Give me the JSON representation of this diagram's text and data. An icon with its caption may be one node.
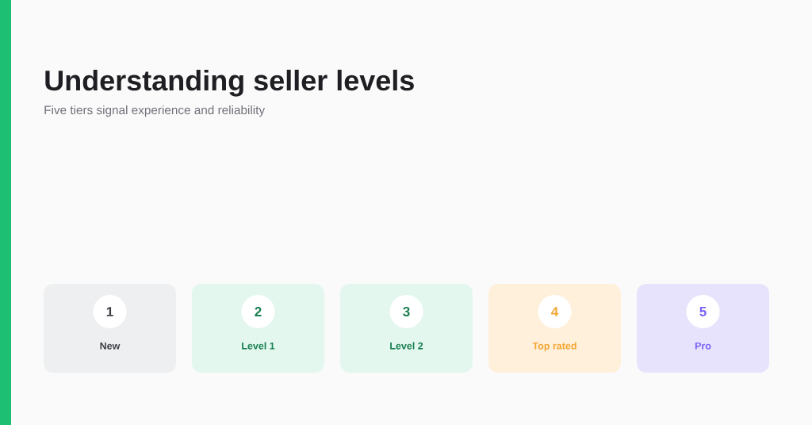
{
  "diagram": {
    "title": "Understanding seller levels",
    "nodes": [
      {
        "text": [
          "New"
        ]
      },
      {
        "text": [
          "1"
        ],
        "in": 0
      },
      {
        "text": [
          "Level 1"
        ]
      },
      {
        "text": [
          "2"
        ],
        "in": 2
      },
      {
        "text": [
          "Level 2"
        ]
      },
      {
        "text": [
          "3"
        ],
        "in": 4
      },
      {
        "text": [
          "Top rated"
        ]
      },
      {
        "text": [
          "4"
        ],
        "in": 6
      },
      {
        "text": [
          "Pro"
        ]
      },
      {
        "text": [
          "5"
        ],
        "in": 8
      }
    ],
    "labels": [
      "Five tiers signal experience and reliability"
    ]
  }
}
